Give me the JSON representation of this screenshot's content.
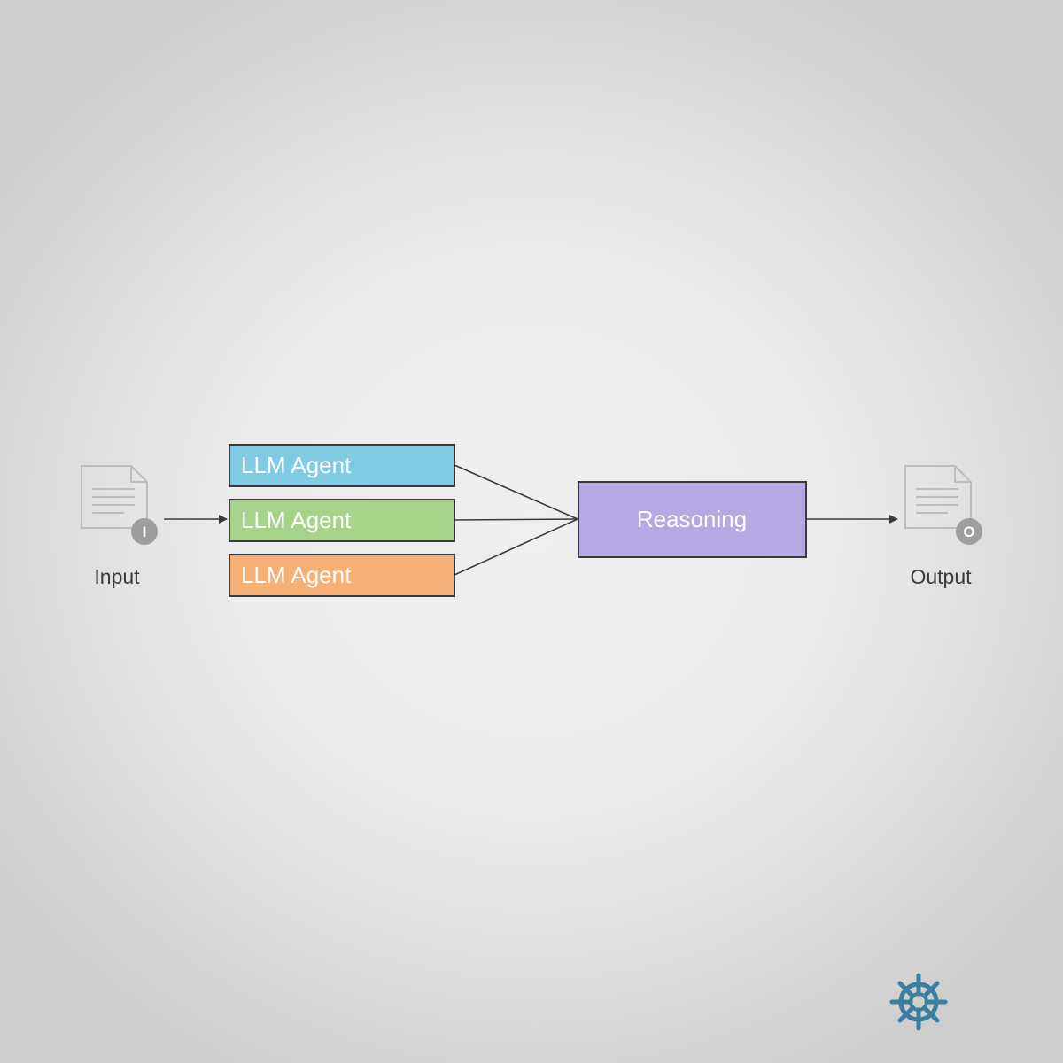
{
  "input": {
    "label": "Input",
    "icon": "document-input-icon",
    "badge": "I"
  },
  "agents": [
    {
      "label": "LLM Agent",
      "color": "#7ecbe3"
    },
    {
      "label": "LLM Agent",
      "color": "#a6d38a"
    },
    {
      "label": "LLM Agent",
      "color": "#f6b075"
    }
  ],
  "reasoning": {
    "label": "Reasoning",
    "color": "#b6a8e2"
  },
  "output": {
    "label": "Output",
    "icon": "document-output-icon",
    "badge": "O"
  },
  "logo": {
    "icon": "ship-wheel-logo-icon",
    "color": "#3b7fa0"
  },
  "colors": {
    "line": "#3a3a3a",
    "doc_gray": "#bdbdbd",
    "badge_gray": "#9e9e9e"
  }
}
